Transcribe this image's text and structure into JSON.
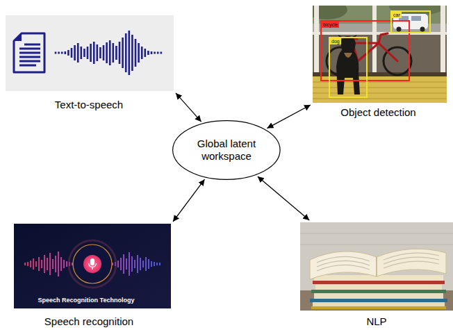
{
  "diagram": {
    "nodes": [
      {
        "text": [
          "Text-to-speech"
        ]
      },
      {
        "text": [
          "Object detection"
        ]
      },
      {
        "text": [
          "Global latent workspace"
        ]
      },
      {
        "text": [
          "Speech recognition"
        ]
      },
      {
        "text": [
          "NLP"
        ]
      }
    ],
    "edges": [
      {
        "from": 2,
        "to": 0,
        "arrow": "both"
      },
      {
        "from": 2,
        "to": 1,
        "arrow": "both"
      },
      {
        "from": 2,
        "to": 3,
        "arrow": "both"
      },
      {
        "from": 2,
        "to": 4,
        "arrow": "both"
      }
    ],
    "labels": [
      "bicycle",
      "dog",
      "car",
      "Speech Recognition Technology"
    ]
  }
}
